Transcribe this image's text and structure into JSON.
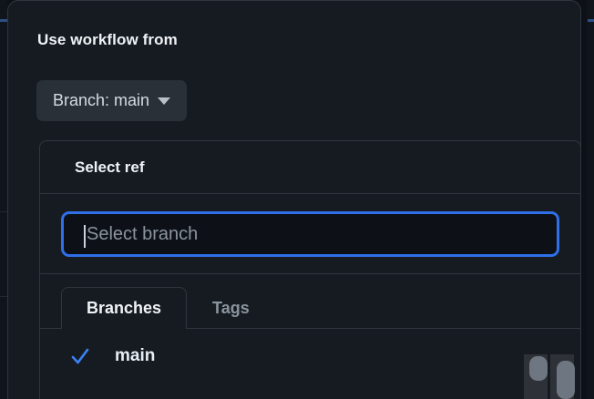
{
  "dialog": {
    "title": "Use workflow from",
    "branch_button": {
      "label": "Branch: main",
      "caret_icon": "chevron-down-icon"
    }
  },
  "select_ref_popover": {
    "header_title": "Select ref",
    "search": {
      "value": "",
      "placeholder": "Select branch",
      "focused": true,
      "caret_visible": true
    },
    "tabs": [
      {
        "label": "Branches",
        "active": true
      },
      {
        "label": "Tags",
        "active": false
      }
    ],
    "ref_items": [
      {
        "name": "main",
        "selected": true,
        "check_icon": "check-icon"
      }
    ]
  },
  "scrollbars": {
    "outer": {
      "name": "outer-vertical-scrollbar"
    },
    "inner": {
      "name": "inner-vertical-scrollbar"
    }
  },
  "colors": {
    "page_background": "#0d1117",
    "dialog_background": "#161b22",
    "border": "#2f363d",
    "accent_blue": "#2f6fe8",
    "check_blue": "#3b82f6",
    "button_background": "#2a3038",
    "text_primary": "#f0f3f6",
    "text_muted": "#8b949e",
    "scrollbar_track": "#2e3238",
    "scrollbar_thumb": "#6e7681"
  }
}
